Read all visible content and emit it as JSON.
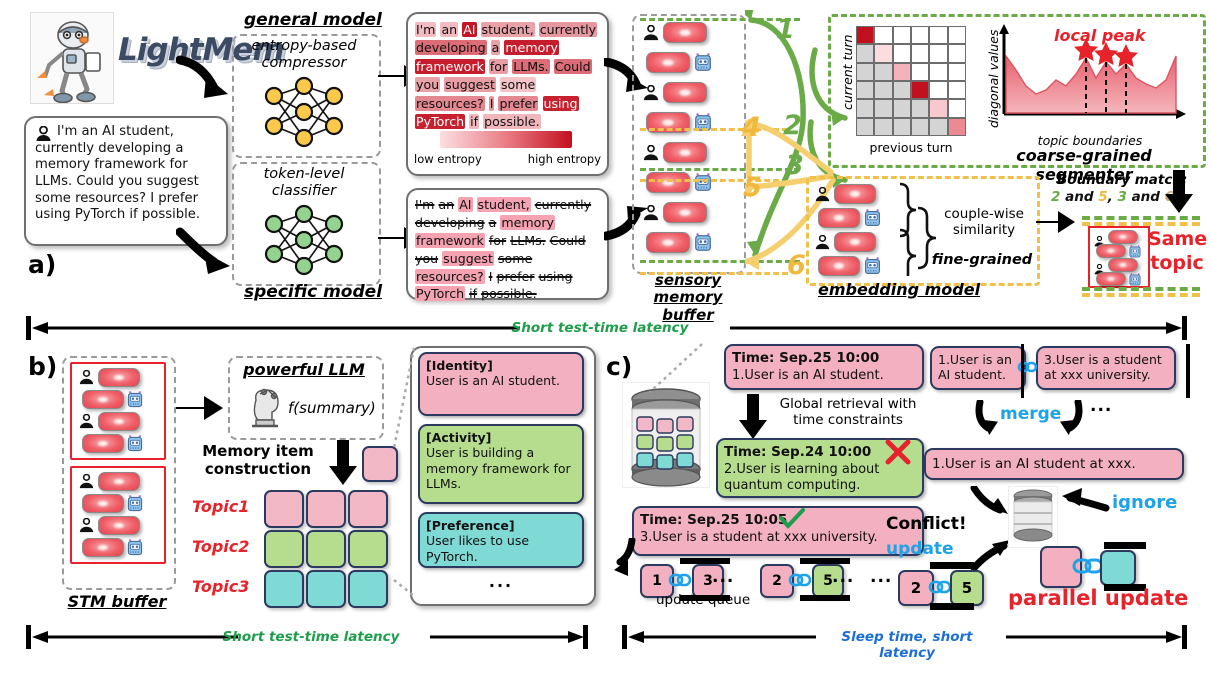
{
  "logo": {
    "title": "LightMem",
    "icon": "robot-mascot-icon"
  },
  "sections": {
    "a": "a)",
    "b": "b)",
    "c": "c)"
  },
  "user_query": {
    "icon": "person-icon",
    "lines": [
      "I'm an AI student,",
      "currently developing a",
      "memory framework for",
      "LLMs. Could you suggest",
      "some resources? I prefer",
      "using PyTorch if possible."
    ],
    "text": "I'm an AI student, currently developing a memory framework for LLMs. Could you suggest some resources? I prefer using PyTorch if possible."
  },
  "models": {
    "general_label": "general model",
    "specific_label": "specific model",
    "general": {
      "line1": "entropy-based",
      "line2": "compressor",
      "node_color": "#fcc94a"
    },
    "specific": {
      "line1": "token-level",
      "line2": "classifier",
      "node_color": "#93d38f"
    }
  },
  "entropy_panel": {
    "tokens": [
      {
        "t": "I'm",
        "e": 0.18
      },
      {
        "t": "an",
        "e": 0.18
      },
      {
        "t": "AI",
        "e": 0.95
      },
      {
        "t": "student,",
        "e": 0.3
      },
      {
        "t": "currently",
        "e": 0.35
      },
      {
        "t": "developing",
        "e": 0.55
      },
      {
        "t": "a",
        "e": 0.3
      },
      {
        "t": "memory",
        "e": 0.92
      },
      {
        "t": "framework",
        "e": 0.92
      },
      {
        "t": "for",
        "e": 0.32
      },
      {
        "t": "LLMs.",
        "e": 0.55
      },
      {
        "t": "Could",
        "e": 0.55
      },
      {
        "t": "you",
        "e": 0.3
      },
      {
        "t": "suggest",
        "e": 0.32
      },
      {
        "t": "some",
        "e": 0.14
      },
      {
        "t": "resources?",
        "e": 0.42
      },
      {
        "t": "I",
        "e": 0.36
      },
      {
        "t": "prefer",
        "e": 0.42
      },
      {
        "t": "using",
        "e": 0.9
      },
      {
        "t": "PyTorch",
        "e": 0.9
      },
      {
        "t": "if",
        "e": 0.2
      },
      {
        "t": "possible.",
        "e": 0.2
      }
    ],
    "legend_low": "low entropy",
    "legend_high": "high entropy"
  },
  "classifier_panel": {
    "tokens": [
      {
        "t": "I'm",
        "keep": false
      },
      {
        "t": "an",
        "keep": false
      },
      {
        "t": "AI",
        "keep": true
      },
      {
        "t": "student,",
        "keep": true
      },
      {
        "t": "currently",
        "keep": false
      },
      {
        "t": "developing",
        "keep": false
      },
      {
        "t": "a",
        "keep": false
      },
      {
        "t": "memory",
        "keep": true
      },
      {
        "t": "framework",
        "keep": true
      },
      {
        "t": "for",
        "keep": false
      },
      {
        "t": "LLMs.",
        "keep": false
      },
      {
        "t": "Could",
        "keep": false
      },
      {
        "t": "you",
        "keep": false
      },
      {
        "t": "suggest",
        "keep": true
      },
      {
        "t": "some",
        "keep": false
      },
      {
        "t": "resources?",
        "keep": true
      },
      {
        "t": "I",
        "keep": false
      },
      {
        "t": "prefer",
        "keep": false
      },
      {
        "t": "using",
        "keep": false
      },
      {
        "t": "PyTorch",
        "keep": true
      },
      {
        "t": "if",
        "keep": false
      },
      {
        "t": "possible.",
        "keep": false
      }
    ]
  },
  "sensory_buffer": {
    "line1": "sensory",
    "line2": "memory buffer"
  },
  "flow_numbers": [
    {
      "n": "1",
      "color": "#6aab48"
    },
    {
      "n": "2",
      "color": "#6aab48"
    },
    {
      "n": "3",
      "color": "#6aab48"
    },
    {
      "n": "4",
      "color": "#f0b93e"
    },
    {
      "n": "5",
      "color": "#f0b93e"
    },
    {
      "n": "6",
      "color": "#f0b93e"
    }
  ],
  "segmenter": {
    "title": "coarse-grained segmenter",
    "ylabel": "diagonal values",
    "xlabel": "topic boundaries",
    "peak_label": "local peak",
    "matrix_ylabel": "current turn",
    "matrix_xlabel": "previous turn"
  },
  "embedding": {
    "title": "embedding model",
    "similarity_line1": "couple-wise",
    "similarity_line2": "similarity",
    "granularity": "fine-grained"
  },
  "boundary_match": {
    "label": "Boundary match:",
    "pairs": "2 and 5, 3 and 6",
    "same_topic_line1": "Same",
    "same_topic_line2": "topic"
  },
  "chart_data": {
    "type": "area",
    "title": "coarse-grained segmenter",
    "xlabel": "topic boundaries",
    "ylabel": "diagonal values",
    "x": [
      0,
      1,
      2,
      3,
      4,
      5,
      6,
      7,
      8,
      9,
      10,
      11,
      12,
      13,
      14,
      15,
      16,
      17
    ],
    "values": [
      0.72,
      0.55,
      0.3,
      0.22,
      0.26,
      0.38,
      0.3,
      0.46,
      0.66,
      0.4,
      0.62,
      0.44,
      0.6,
      0.4,
      0.34,
      0.3,
      0.38,
      0.68
    ],
    "peaks": [
      {
        "x": 8,
        "y": 0.66
      },
      {
        "x": 10,
        "y": 0.62
      },
      {
        "x": 12,
        "y": 0.6
      }
    ],
    "peak_marker": "star",
    "peak_color": "#e8222a",
    "fill_color": "#ee7b85",
    "grid": false,
    "legend": "none",
    "annotations": [
      "local peak"
    ],
    "heatmap": {
      "type": "heatmap",
      "rows": 6,
      "cols": 6,
      "xlabel": "previous turn",
      "ylabel": "current turn",
      "cells": [
        [
          0.95,
          0,
          0,
          0,
          0,
          0
        ],
        [
          0.12,
          0.18,
          0,
          0,
          0,
          0
        ],
        [
          0.12,
          0.12,
          0.42,
          0.06,
          0,
          0
        ],
        [
          0.12,
          0.12,
          0.12,
          0.95,
          0,
          0
        ],
        [
          0.12,
          0.12,
          0.12,
          0.12,
          0.3,
          0
        ],
        [
          0.12,
          0.12,
          0.12,
          0.12,
          0.12,
          0.62
        ]
      ]
    }
  },
  "section_b": {
    "stm_label": "STM buffer",
    "llm_label": "powerful LLM",
    "llm_fn": "f(summary)",
    "construction_line1": "Memory item",
    "construction_line2": "construction",
    "topics": [
      {
        "label": "Topic1",
        "color": "#f2b8c6"
      },
      {
        "label": "Topic2",
        "color": "#b6dd8e"
      },
      {
        "label": "Topic3",
        "color": "#7fd9d5"
      }
    ],
    "cards": [
      {
        "tag": "[Identity]",
        "body": "User is  an AI student.",
        "color": "#f2b0c0"
      },
      {
        "tag": "[Activity]",
        "body": "User is  building a memory framework for LLMs.",
        "color": "#b6dd8e"
      },
      {
        "tag": "[Preference]",
        "body": "User likes to use PyTorch.",
        "color": "#7fd9d5"
      }
    ],
    "ellipsis": "..."
  },
  "section_c": {
    "retrieval_line1": "Global retrieval with",
    "retrieval_line2": "time constraints",
    "records": [
      {
        "time": "Time: Sep.25 10:00",
        "body": "1.User is  an AI student.",
        "color": "#f2b0c0",
        "mark": ""
      },
      {
        "time": "Time: Sep.24 10:00",
        "body": "2.User is learning about quantum computing.",
        "color": "#b6dd8e",
        "mark": "cross"
      },
      {
        "time": "Time: Sep.25 10:05",
        "body": "3.User is a student at xxx university.",
        "color": "#f2b0c0",
        "mark": "check"
      }
    ],
    "merge_inputs": [
      {
        "body": "1.User is  an AI student.",
        "color": "#f2b0c0"
      },
      {
        "body": "3.User is a student at xxx university.",
        "color": "#f2b0c0"
      }
    ],
    "merge_label": "merge",
    "merge_output": "1.User is  an AI student at xxx.",
    "merge_ellipsis": "...",
    "conflict_label": "Conflict!",
    "update_label": "update",
    "ignore_label": "ignore",
    "parallel_label": "parallel update",
    "queue_label": "update queue",
    "queue_items": [
      {
        "a": "1",
        "b": "3",
        "acolor": "#f2b0c0",
        "bcolor": "#f2b0c0"
      },
      {
        "a": "2",
        "b": "5",
        "acolor": "#f2b0c0",
        "bcolor": "#b6dd8e"
      }
    ],
    "queue_ellipsis": "...",
    "conflict_pair": {
      "a": "2",
      "b": "5",
      "acolor": "#f2b0c0",
      "bcolor": "#b6dd8e"
    },
    "db_icon": "database-icon"
  },
  "latency": {
    "top": "Short test-time latency",
    "bottom_left": "Short test-time latency",
    "bottom_right": "Sleep time, short latency",
    "top_color": "#1d9e4b",
    "left_color": "#1d9e4b",
    "right_color": "#1b6fd4"
  }
}
